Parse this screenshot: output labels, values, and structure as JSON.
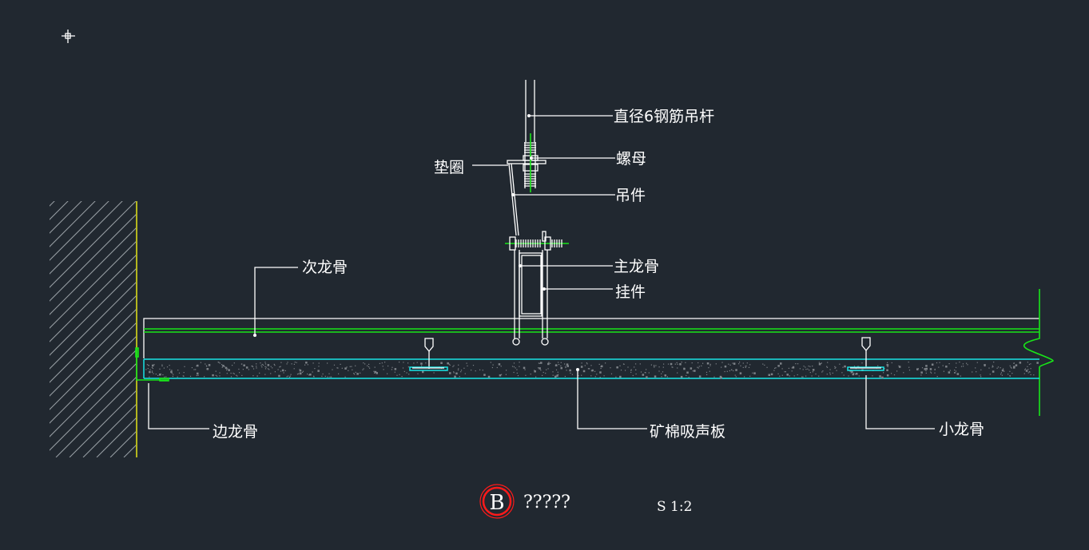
{
  "drawing": {
    "labels": {
      "rod": "直径6钢筋吊杆",
      "nut": "螺母",
      "washer": "垫圈",
      "hanger": "吊件",
      "main_runner": "主龙骨",
      "clip": "挂件",
      "secondary_runner": "次龙骨",
      "edge_runner": "边龙骨",
      "panel": "矿棉吸声板",
      "cross_tee": "小龙骨"
    },
    "title_block": {
      "section_letter": "B",
      "title": "?????",
      "scale": "S 1:2"
    },
    "colors": {
      "background": "#212830",
      "line": "#ffffff",
      "green": "#19e619",
      "cyan": "#19e6e6",
      "yellow": "#e6e619",
      "red": "#ff1a1a"
    }
  }
}
